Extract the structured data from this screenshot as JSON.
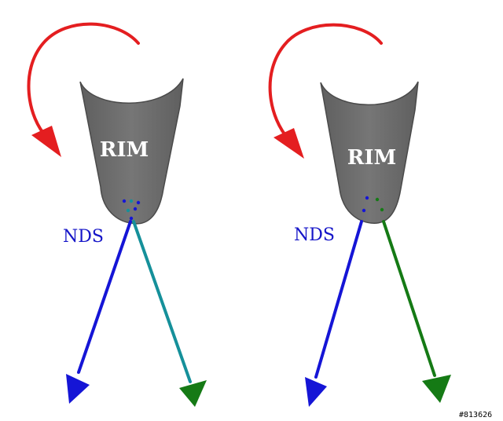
{
  "panels": [
    {
      "id": "left",
      "rim_label": "RIM",
      "nds_label": "NDS",
      "description": "rotation arrow around the rim, two arrows diverging from the tip",
      "rotation_color": "#e41e20",
      "funnel_color": "#6e6e6e",
      "arrow_colors": [
        "#1515d6",
        "#15909a"
      ],
      "dot_colors": [
        "#1515d6",
        "#15909a"
      ]
    },
    {
      "id": "right",
      "rim_label": "RIM",
      "nds_label": "NDS",
      "rotation_color": "#e41e20",
      "funnel_color": "#6e6e6e",
      "arrow_colors": [
        "#1515d6",
        "#157a15"
      ],
      "dot_colors": [
        "#1515d6",
        "#157a15"
      ]
    }
  ],
  "nds_color": "#1515c8",
  "watermark": "#813626"
}
